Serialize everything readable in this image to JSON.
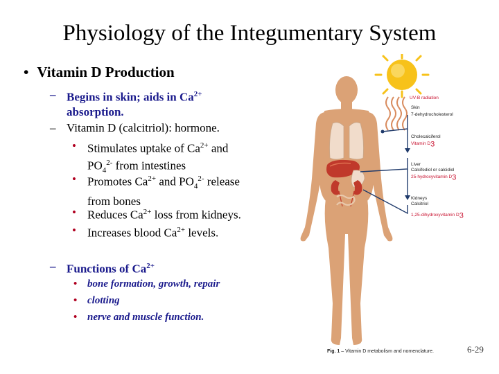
{
  "title": "Physiology of the Integumentary System",
  "heading": "Vitamin D Production",
  "line1": "Begins in skin; aids in Ca",
  "line1_sup": "2+",
  "line1_cont": "absorption.",
  "line2": "Vitamin D (calcitriol): hormone.",
  "b1_a": "Stimulates uptake of Ca",
  "b1_sup1": "2+",
  "b1_b": " and",
  "b1_c": "PO",
  "b1_sub": "4",
  "b1_sup2": "2-",
  "b1_d": " from intestines",
  "b2_a": "Promotes Ca",
  "b2_sup1": "2+",
  "b2_b": " and PO",
  "b2_sub": "4",
  "b2_sup2": "2-",
  "b2_c": " release",
  "b2_d": "from bones",
  "b3_a": "Reduces Ca",
  "b3_sup": "2+",
  "b3_b": " loss from kidneys.",
  "b4_a": "Increases blood Ca",
  "b4_sup": "2+",
  "b4_b": " levels.",
  "functions_a": "Functions of Ca",
  "functions_sup": "2+",
  "func_items": [
    "bone formation, growth, repair",
    "clotting",
    "nerve and muscle function."
  ],
  "figure": {
    "uv": "UV-B radiation",
    "skin": "Skin",
    "dehydro": "7-dehydrocholesterol",
    "chole": "Cholecalciferol",
    "vitd3": "Vitamin D",
    "vitd3_sub": "3",
    "liver": "Liver",
    "calcifediol": "Calcifediol or calcidiol",
    "hydroxy25": "25-hydroxyvitamin D",
    "hydroxy25_sub": "3",
    "kidneys": "Kidneys",
    "calcitriol": "Calcitriol",
    "dihydroxy": "1,25-dihydroxyvitamin D",
    "dihydroxy_sub": "3",
    "caption_bold": "Fig. 1",
    "caption": " – Vitamin D metabolism and nomenclature."
  },
  "page_number": "6-29",
  "colors": {
    "body": "#dba276",
    "sun": "#f7c21a",
    "liver": "#c0392b",
    "red_label": "#c8102e",
    "heading_blue": "#1a1a8c"
  }
}
